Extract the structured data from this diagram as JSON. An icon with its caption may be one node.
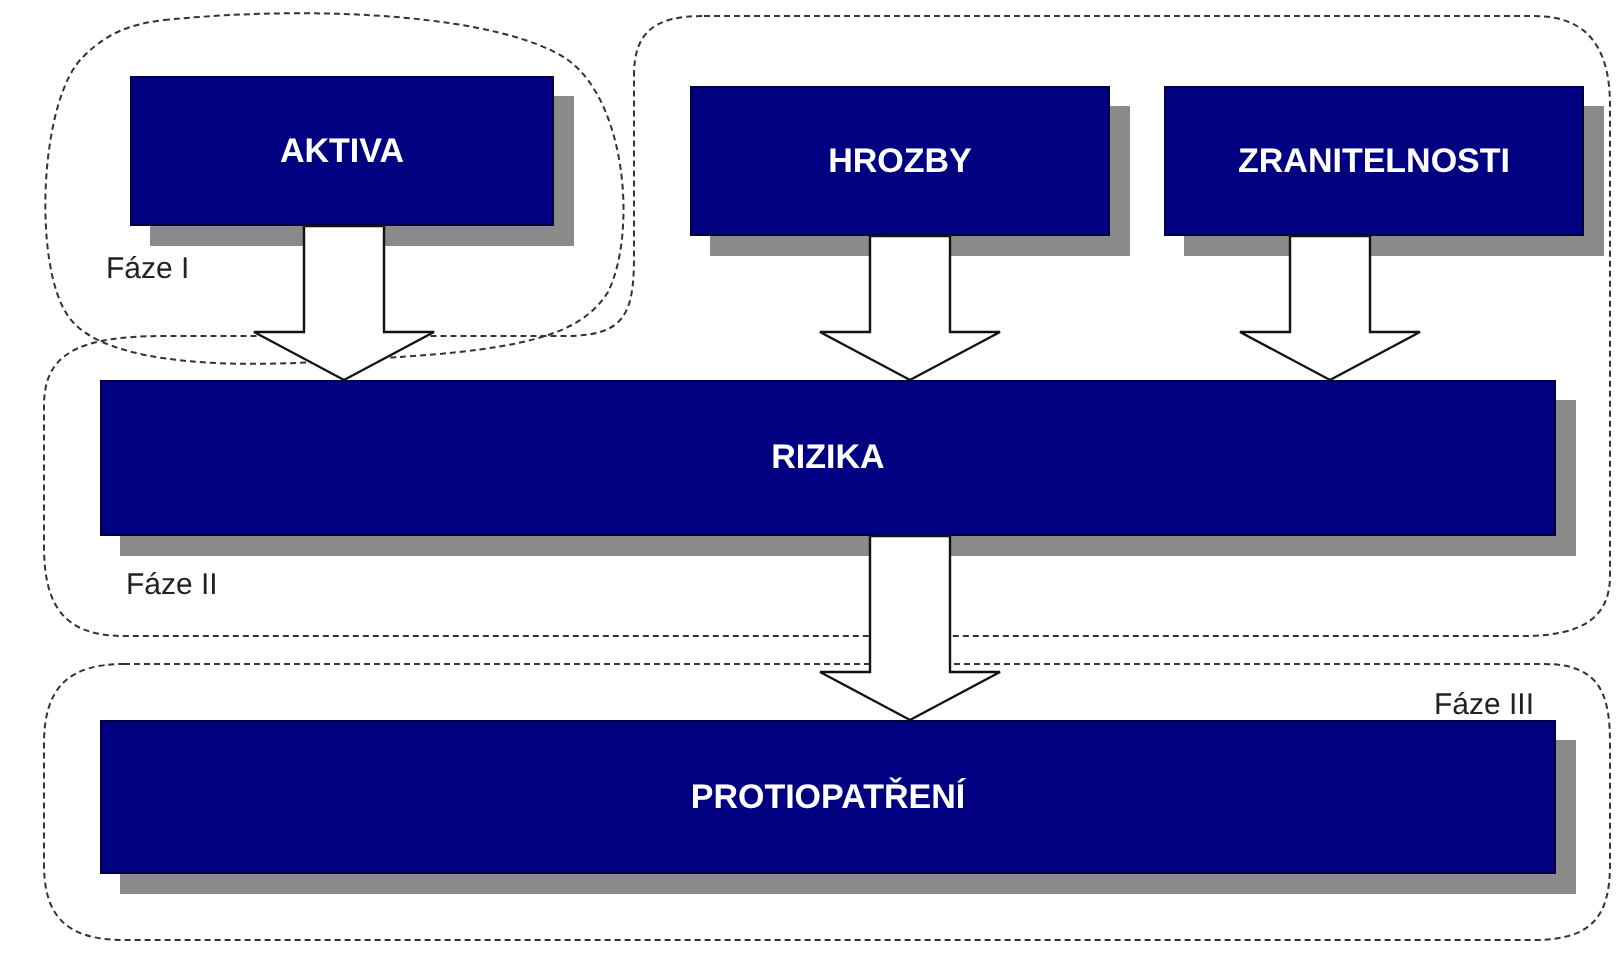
{
  "diagram": {
    "nodes": [
      {
        "text": [
          "Fáze I"
        ]
      },
      {
        "text": [
          "AKTIVA"
        ],
        "in": 0
      },
      {
        "text": [
          "Fáze II"
        ]
      },
      {
        "text": [
          "HROZBY"
        ],
        "in": 2
      },
      {
        "text": [
          "ZRANITELNOSTI"
        ],
        "in": 2
      },
      {
        "text": [
          "RIZIKA"
        ],
        "in": 2
      },
      {
        "text": [
          "Fáze III"
        ]
      },
      {
        "text": [
          "PROTIOPATŘENÍ"
        ],
        "in": 6
      }
    ],
    "edges": [
      {
        "from": 1,
        "to": 5,
        "arrow": "to"
      },
      {
        "from": 3,
        "to": 5,
        "arrow": "to"
      },
      {
        "from": 4,
        "to": 5,
        "arrow": "to"
      },
      {
        "from": 5,
        "to": 7,
        "arrow": "to"
      }
    ]
  }
}
